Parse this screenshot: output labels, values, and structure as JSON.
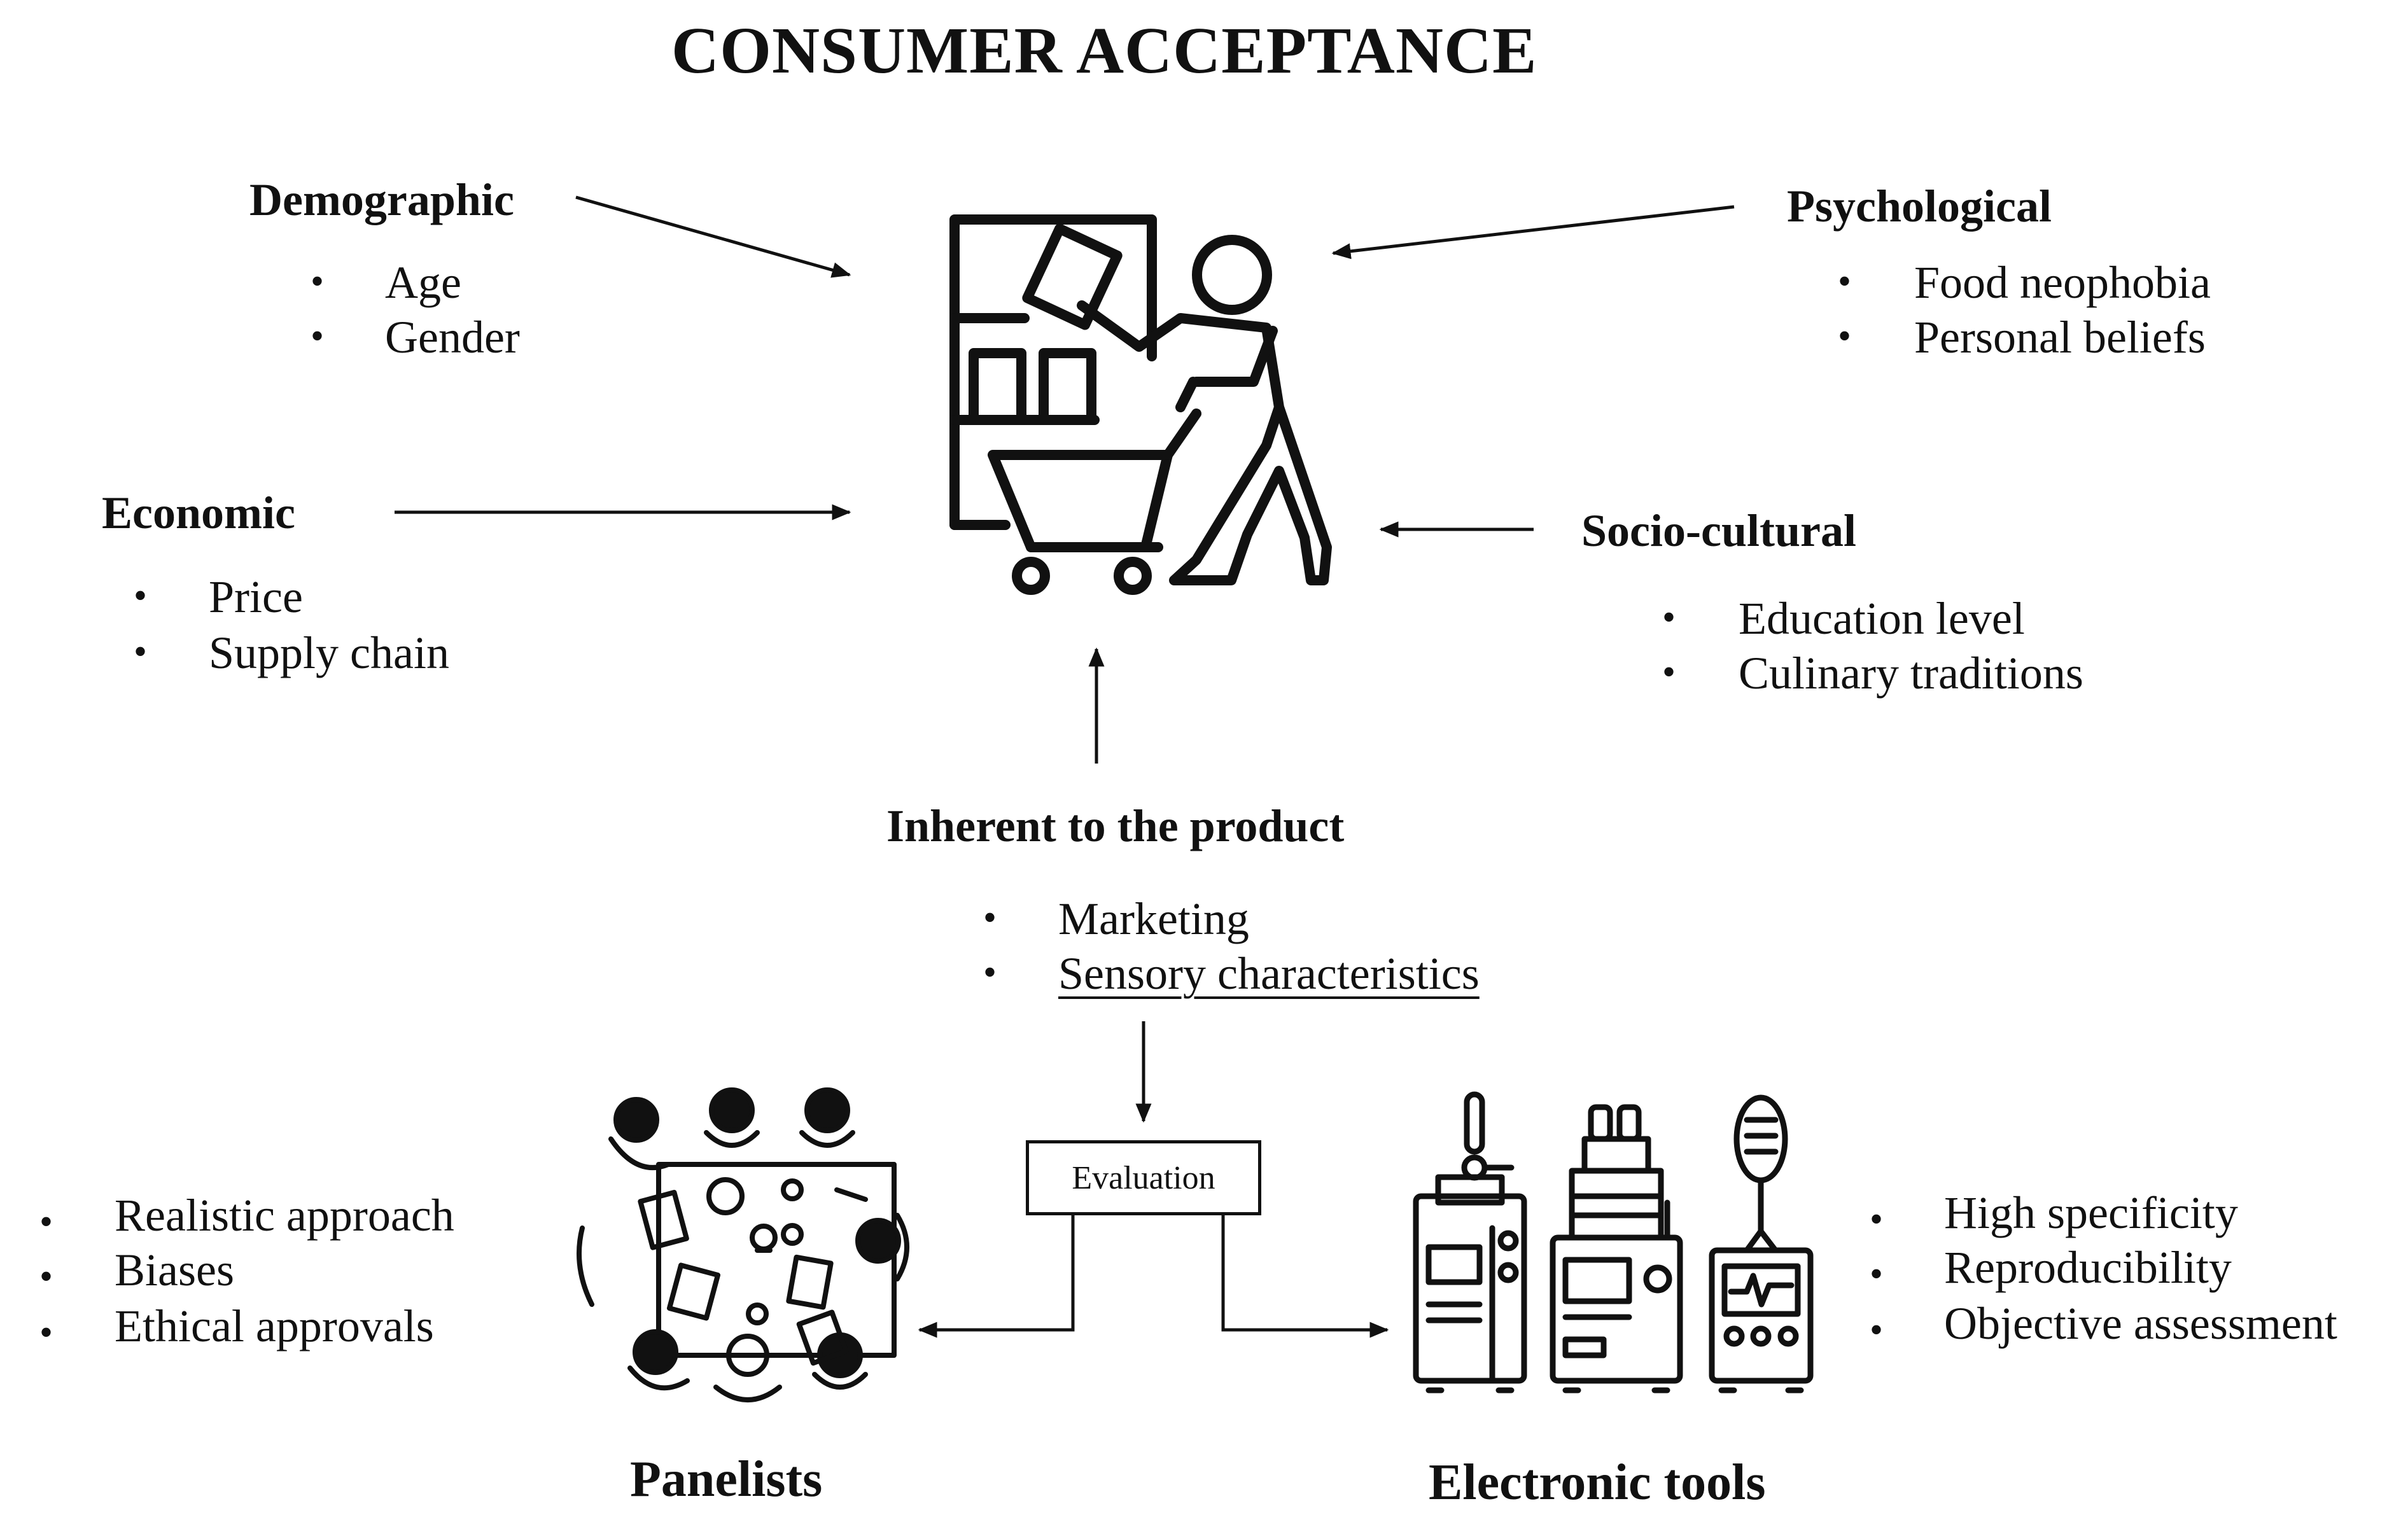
{
  "title": "CONSUMER ACCEPTANCE",
  "factors": {
    "demographic": {
      "heading": "Demographic",
      "items": [
        "Age",
        "Gender"
      ]
    },
    "economic": {
      "heading": "Economic",
      "items": [
        "Price",
        "Supply chain"
      ]
    },
    "psychological": {
      "heading": "Psychological",
      "items": [
        "Food neophobia",
        "Personal beliefs"
      ]
    },
    "socio_cultural": {
      "heading": "Socio-cultural",
      "items": [
        "Education level",
        "Culinary traditions"
      ]
    },
    "product": {
      "heading": "Inherent to the product",
      "items": [
        "Marketing",
        "Sensory characteristics"
      ]
    }
  },
  "evaluation": {
    "label": "Evaluation"
  },
  "panelists": {
    "heading": "Panelists",
    "items": [
      "Realistic approach",
      "Biases",
      "Ethical approvals"
    ]
  },
  "electronic_tools": {
    "heading": "Electronic tools",
    "items": [
      "High specificity",
      "Reproducibility",
      "Objective assessment"
    ]
  },
  "icons": [
    "shopper-with-cart-icon",
    "panel-meeting-icon",
    "lab-instruments-icon"
  ],
  "colors": {
    "ink": "#111111",
    "background": "#ffffff"
  }
}
